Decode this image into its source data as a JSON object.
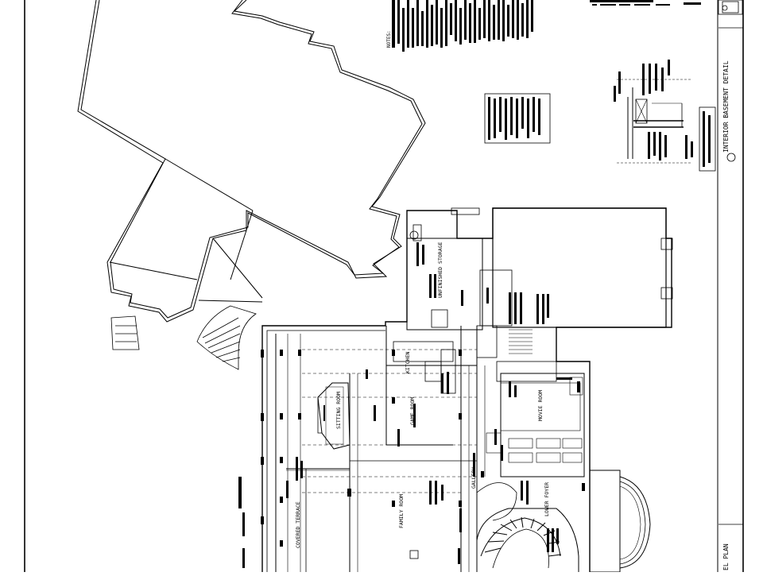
{
  "rooms": {
    "unfinished_storage": "UNFINISHED STORAGE",
    "kitchen": "KITCHEN",
    "sitting_room": "SITTING ROOM",
    "game_room": "GAME ROOM",
    "movie_room": "MOVIE ROOM",
    "covered_terrace": "COVERED TERRACE",
    "family_room": "FAMILY ROOM",
    "gallery": "GALLERY",
    "lower_foyer": "LOWER FOYER"
  },
  "detail": {
    "title": "INTERIOR BASEMENT DETAIL"
  },
  "sheet": {
    "plan_title": "BASEMENT FLOOR PLAN",
    "plan_title_visible": "EL PLAN"
  },
  "notes": {
    "header": "NOTES:"
  }
}
